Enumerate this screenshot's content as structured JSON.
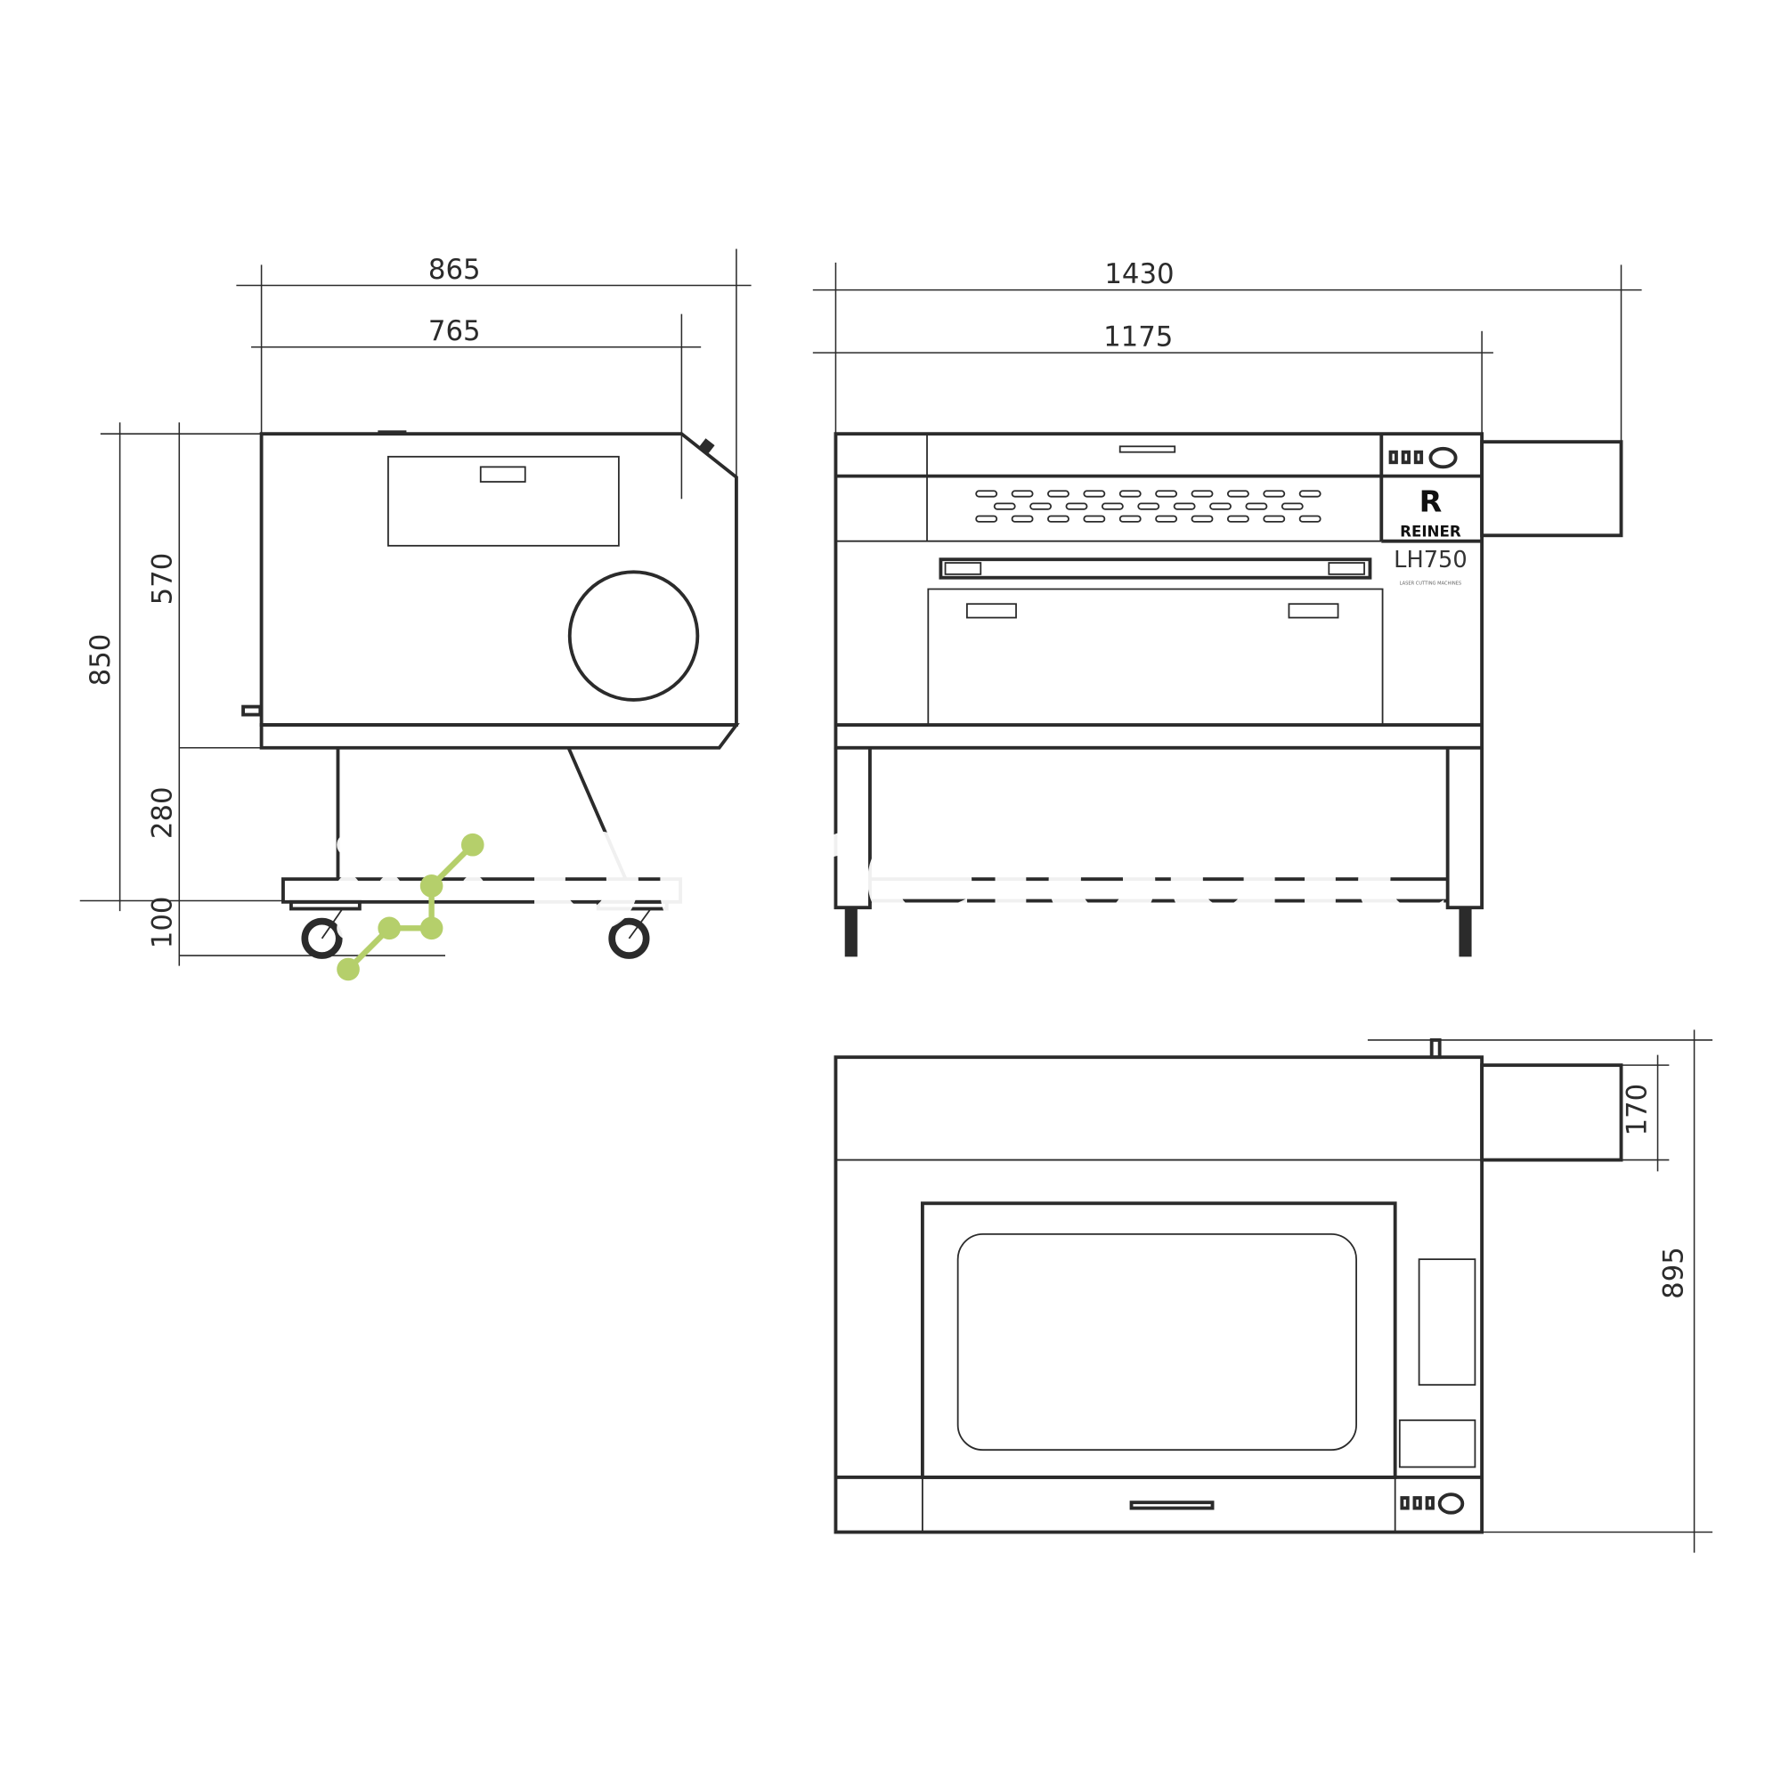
{
  "dimensions": {
    "side_width_total": "865",
    "side_width_body": "765",
    "side_height_total": "850",
    "side_height_body": "570",
    "side_height_stand": "280",
    "side_height_wheels": "100",
    "front_width_total": "1430",
    "front_width_body": "1175",
    "top_depth_total": "895",
    "top_exhaust": "170"
  },
  "branding": {
    "logo_letter": "R",
    "brand": "REINER",
    "model": "LH750",
    "tagline": "LASER CUTTING MACHINES"
  },
  "watermark": {
    "name": "purelogic",
    "subtitle": "research & development",
    "accent_color": "#b5cf6b"
  },
  "colors": {
    "line": "#2b2b2b",
    "background": "#ffffff"
  }
}
